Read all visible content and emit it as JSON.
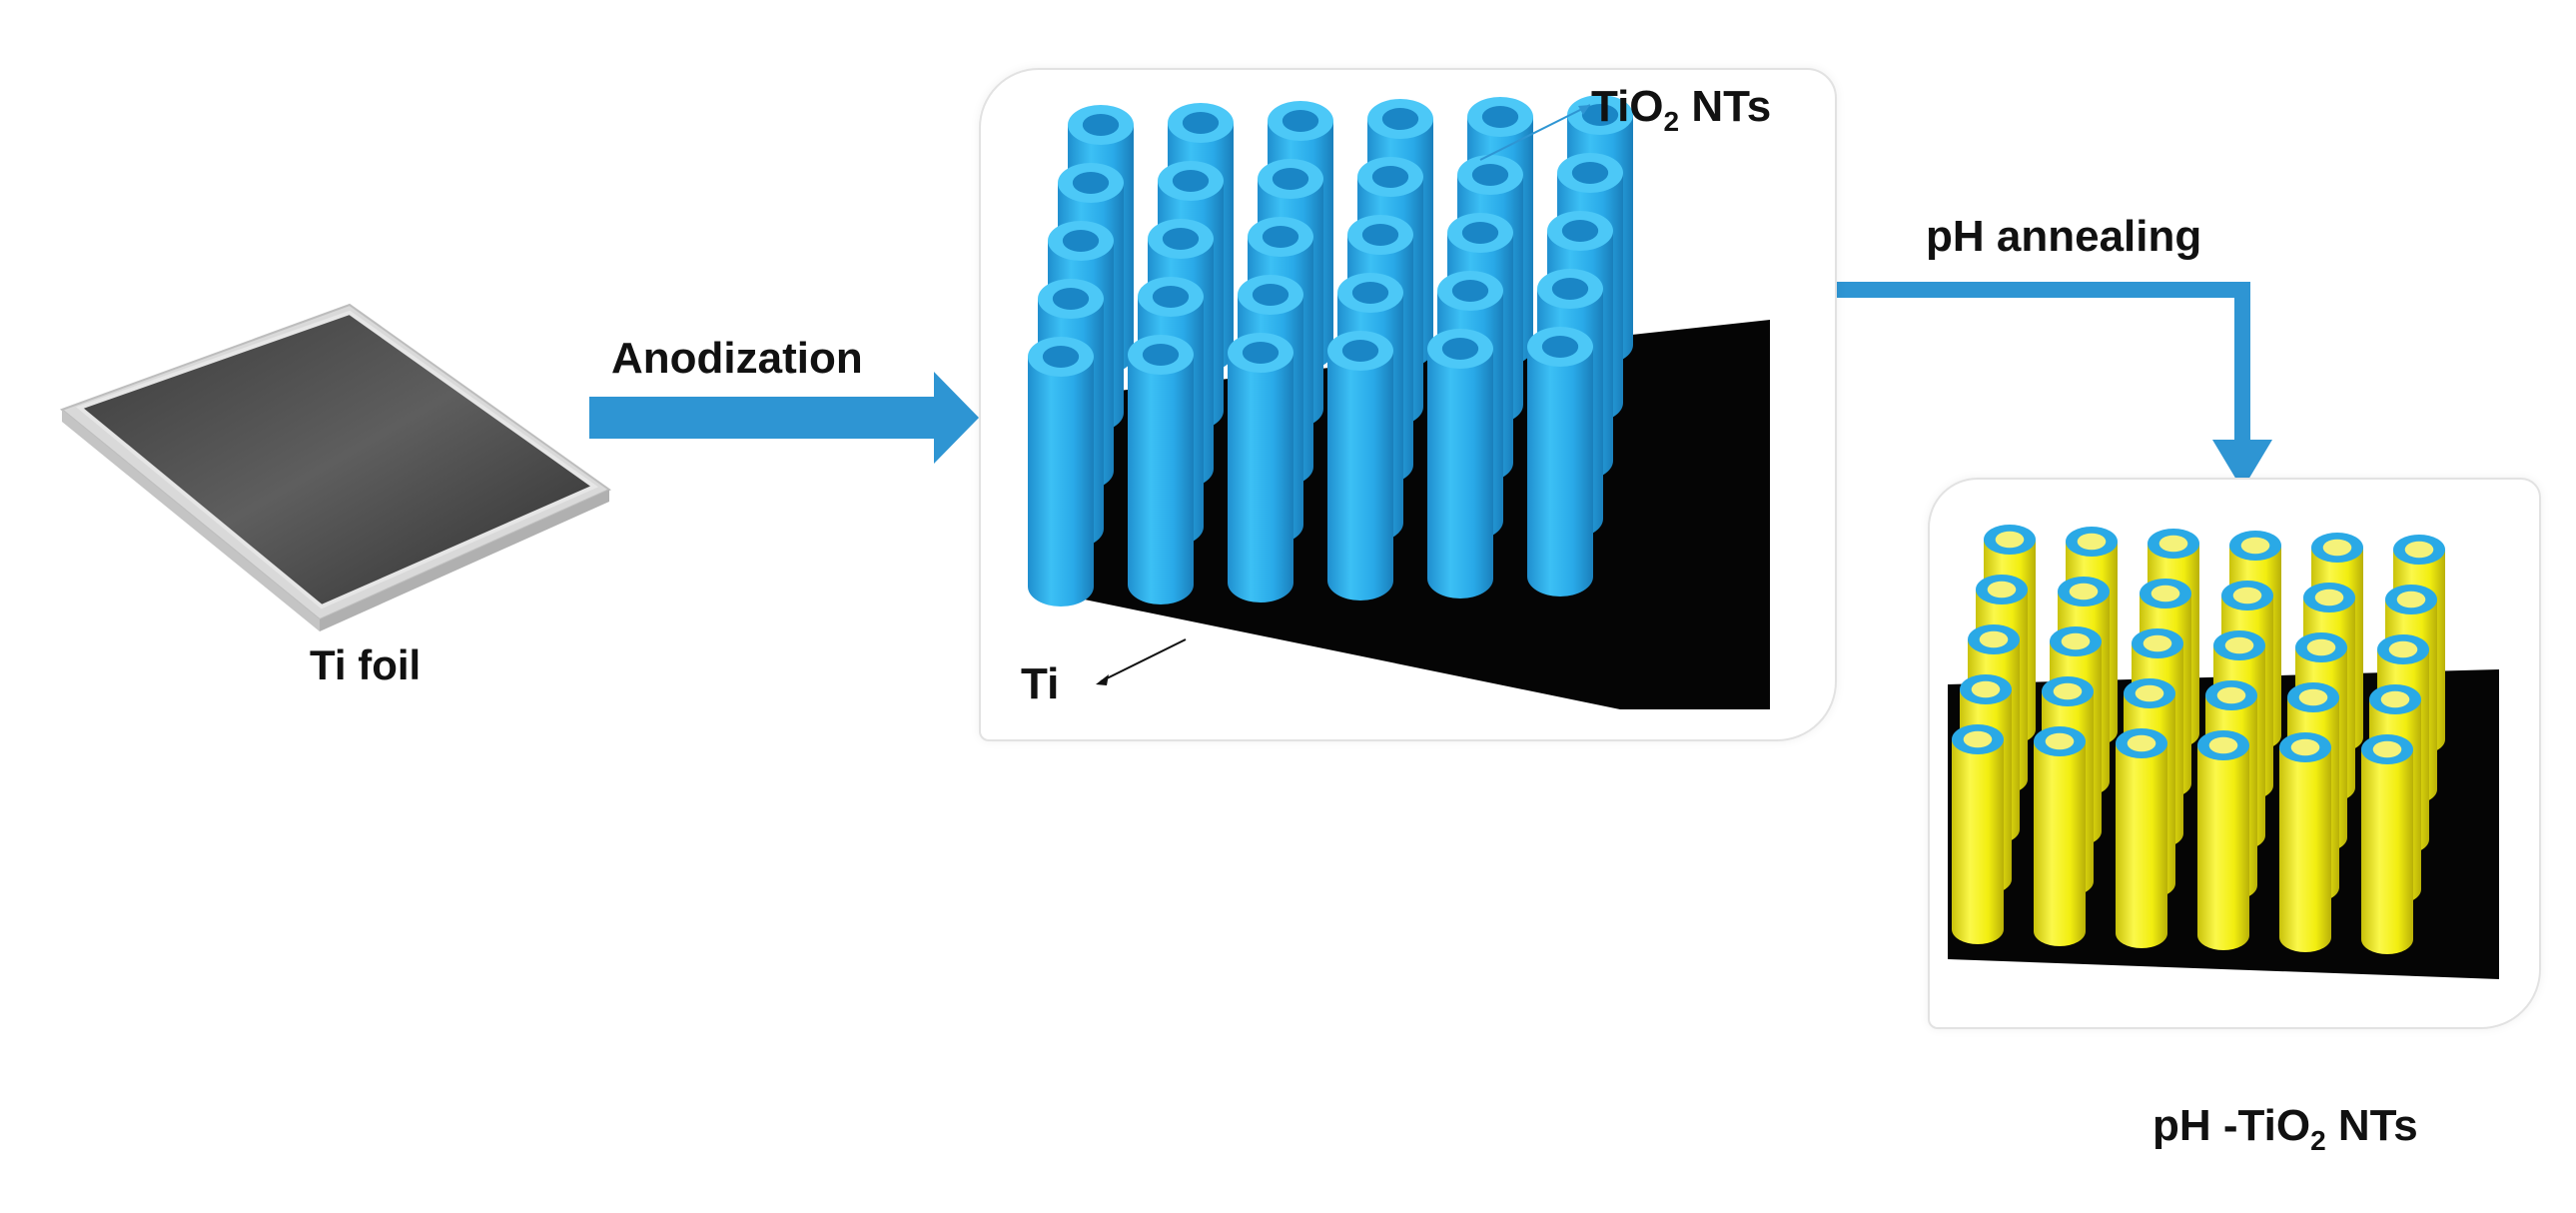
{
  "labels": {
    "ti_foil": "Ti foil",
    "anodization": "Anodization",
    "tio2_prefix": "TiO",
    "tio2_sub": "2",
    "tio2_suffix": " NTs",
    "ti": "Ti",
    "ph_annealing": "pH annealing",
    "ph_tio2_prefix": "pH -TiO",
    "ph_tio2_sub": "2",
    "ph_tio2_suffix": " NTs"
  },
  "colors": {
    "arrow": "#2e95d3",
    "tube_blue": "#29a9e8",
    "tube_yellow": "#f2ee10",
    "substrate": "#050505",
    "foil_dark": "#4a4a4a",
    "foil_edge": "#d7d7d7"
  }
}
